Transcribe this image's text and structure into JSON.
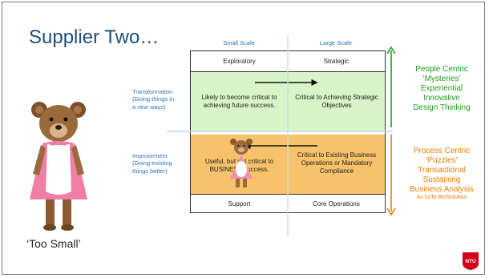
{
  "slide": {
    "title": "Supplier Two…",
    "caption": "‘Too Small’",
    "logo_text": "NTU"
  },
  "matrix": {
    "columns": [
      "Small Scale",
      "Large Scale"
    ],
    "rows": [
      {
        "label_line1": "Transformation",
        "label_line2": "(Doing things in",
        "label_line3": "a new ways)"
      },
      {
        "label_line1": "Improvement",
        "label_line2": "(Doing existing",
        "label_line3": "things better)"
      }
    ],
    "top_labels": [
      "Exploratory",
      "Strategic"
    ],
    "bottom_labels": [
      "Support",
      "Core Operations"
    ],
    "cells": {
      "top_left": [
        "Likely to become critical to",
        "achieving future success."
      ],
      "top_right": [
        "Critical to Achieving Strategic",
        "Objectives"
      ],
      "bottom_left": [
        "Useful, but not critical to",
        "BUSINESS success."
      ],
      "bottom_right": [
        "Critical to Existing Business",
        "Operations or Mandatory",
        "Compliance"
      ]
    }
  },
  "right_panel": {
    "top": [
      "People Centric",
      "‘Mysteries’",
      "Experiential",
      "Innovative",
      "Design Thinking"
    ],
    "bottom": [
      "Process Centric",
      "‘Puzzles’",
      "Transactional",
      "Sustaining",
      "Business Analysis"
    ],
    "bottom_small": "As Is/To Be/Solution"
  },
  "colors": {
    "title": "#1f4e79",
    "label_blue": "#2e75b6",
    "green_band": "#d7f5c8",
    "orange_band": "#f7c26a",
    "green_text": "#1e9e1e",
    "orange_text": "#f07d00",
    "logo_red": "#d0021b"
  }
}
